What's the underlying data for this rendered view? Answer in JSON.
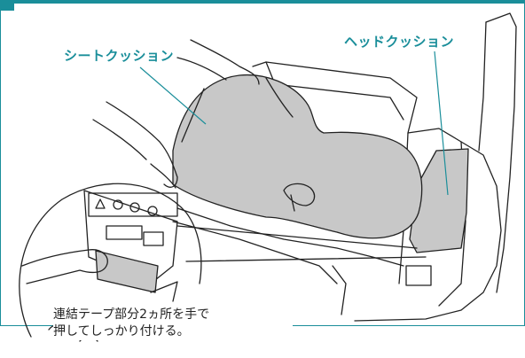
{
  "labels": {
    "seat_cushion": "シートクッション",
    "head_cushion": "ヘッドクッション"
  },
  "caption": {
    "line1": "連結テープ部分2ヵ所を手で",
    "line2": "押してしっかり付ける。"
  },
  "colors": {
    "accent": "#1a8e9a",
    "cushion": "#c8c8c8",
    "line": "#222222"
  }
}
